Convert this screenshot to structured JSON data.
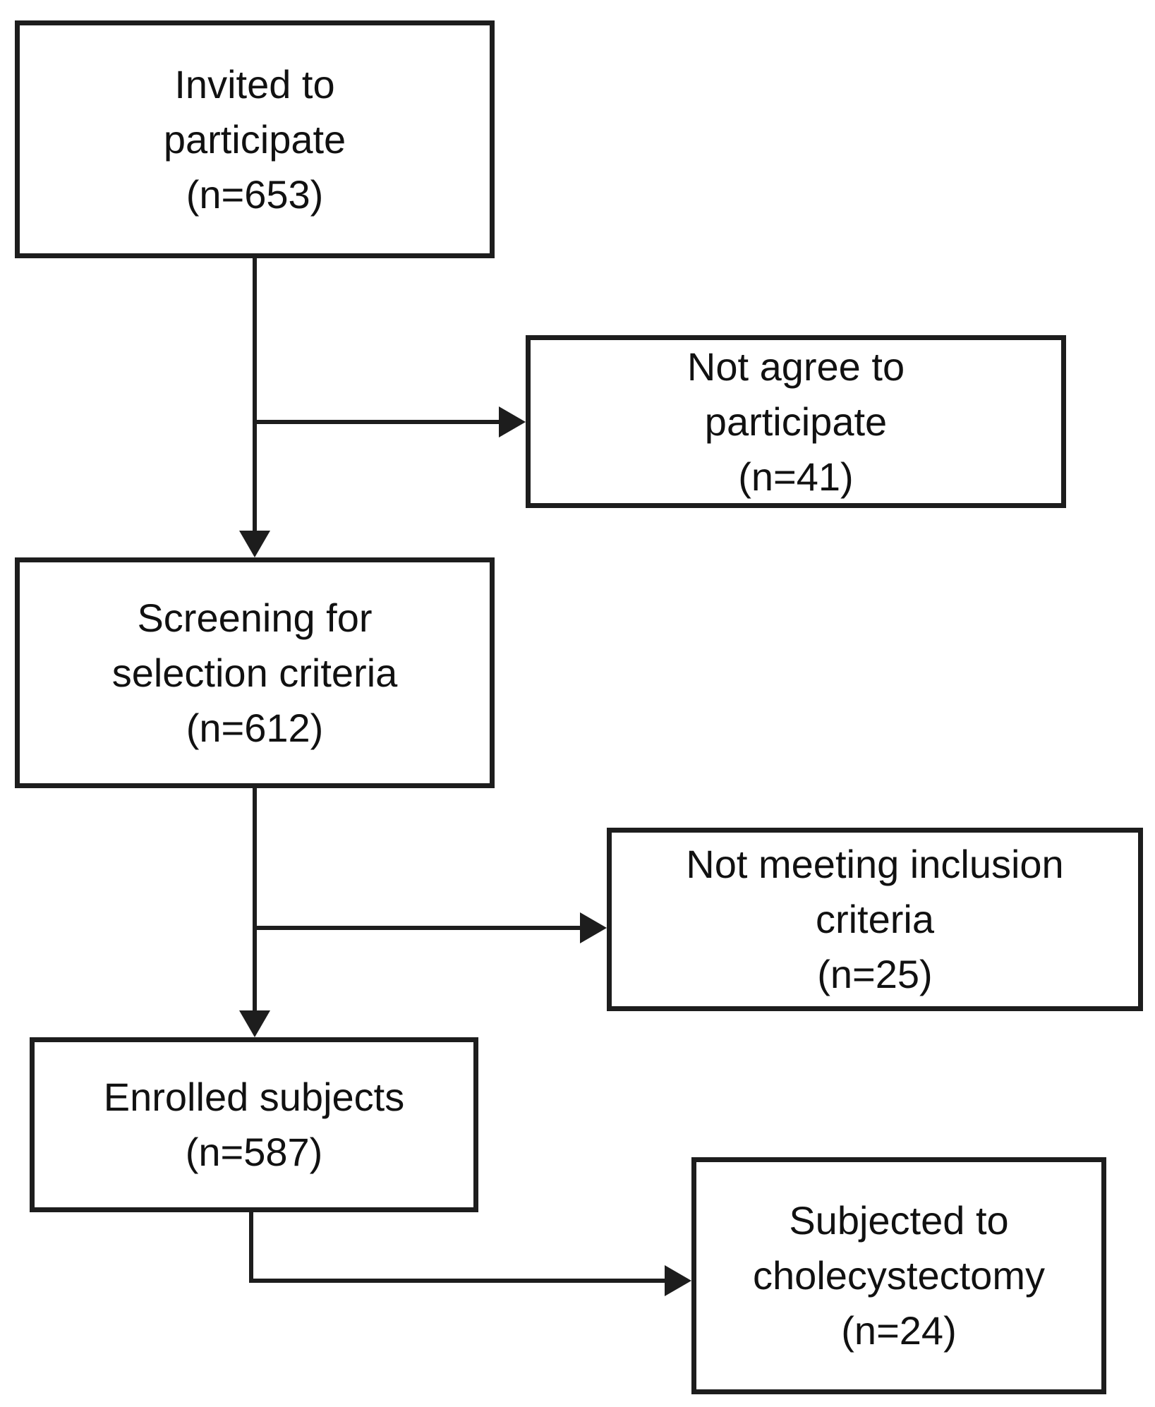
{
  "diagram": {
    "colors": {
      "background": "#ffffff",
      "line": "#1d1d1d",
      "text": "#111111"
    },
    "boxes": {
      "invited": {
        "label": "Invited to\nparticipate\n(n=653)",
        "n": 653
      },
      "not_agree": {
        "label": "Not agree to\nparticipate\n(n=41)",
        "n": 41
      },
      "screening": {
        "label": "Screening for\nselection criteria\n(n=612)",
        "n": 612
      },
      "not_meeting": {
        "label": "Not meeting inclusion\ncriteria\n(n=25)",
        "n": 25
      },
      "enrolled": {
        "label": "Enrolled subjects\n(n=587)",
        "n": 587
      },
      "cholecystectomy": {
        "label": "Subjected to\ncholecystectomy\n(n=24)",
        "n": 24
      }
    }
  }
}
